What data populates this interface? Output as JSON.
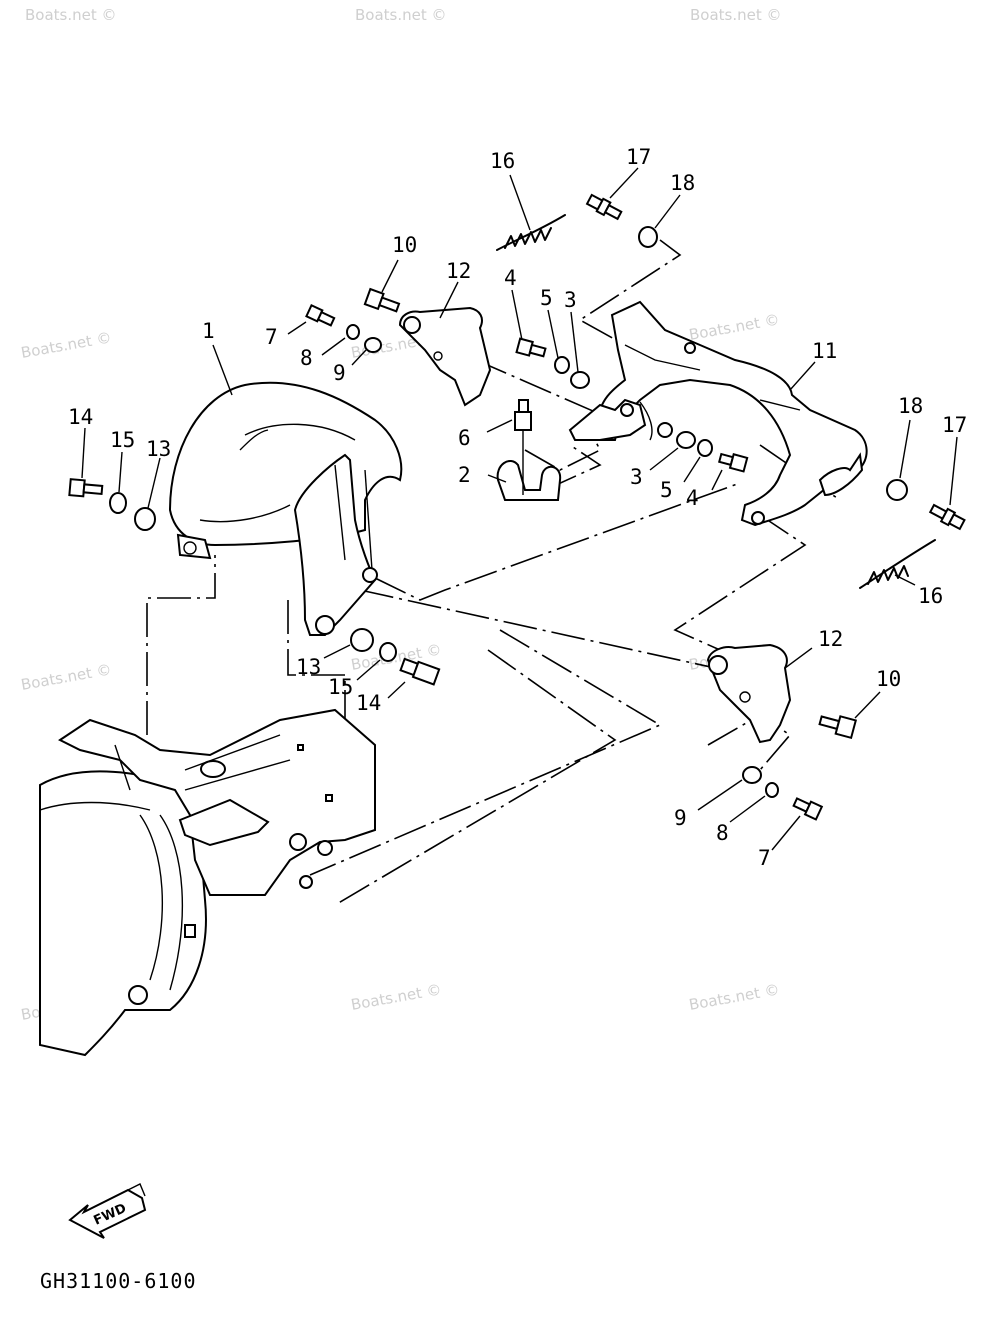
{
  "diagram": {
    "part_code": "GH31100-6100",
    "direction_label": "FWD",
    "watermark": "Boats.net ©",
    "callouts": [
      {
        "id": "c1",
        "label": "1"
      },
      {
        "id": "c2",
        "label": "2"
      },
      {
        "id": "c3a",
        "label": "3"
      },
      {
        "id": "c3b",
        "label": "3"
      },
      {
        "id": "c4a",
        "label": "4"
      },
      {
        "id": "c4b",
        "label": "4"
      },
      {
        "id": "c5a",
        "label": "5"
      },
      {
        "id": "c5b",
        "label": "5"
      },
      {
        "id": "c6",
        "label": "6"
      },
      {
        "id": "c7a",
        "label": "7"
      },
      {
        "id": "c7b",
        "label": "7"
      },
      {
        "id": "c8a",
        "label": "8"
      },
      {
        "id": "c8b",
        "label": "8"
      },
      {
        "id": "c9a",
        "label": "9"
      },
      {
        "id": "c9b",
        "label": "9"
      },
      {
        "id": "c10a",
        "label": "10"
      },
      {
        "id": "c10b",
        "label": "10"
      },
      {
        "id": "c11",
        "label": "11"
      },
      {
        "id": "c12a",
        "label": "12"
      },
      {
        "id": "c12b",
        "label": "12"
      },
      {
        "id": "c13a",
        "label": "13"
      },
      {
        "id": "c13b",
        "label": "13"
      },
      {
        "id": "c14a",
        "label": "14"
      },
      {
        "id": "c14b",
        "label": "14"
      },
      {
        "id": "c15a",
        "label": "15"
      },
      {
        "id": "c15b",
        "label": "15"
      },
      {
        "id": "c16a",
        "label": "16"
      },
      {
        "id": "c16b",
        "label": "16"
      },
      {
        "id": "c17a",
        "label": "17"
      },
      {
        "id": "c17b",
        "label": "17"
      },
      {
        "id": "c18a",
        "label": "18"
      },
      {
        "id": "c18b",
        "label": "18"
      }
    ]
  }
}
